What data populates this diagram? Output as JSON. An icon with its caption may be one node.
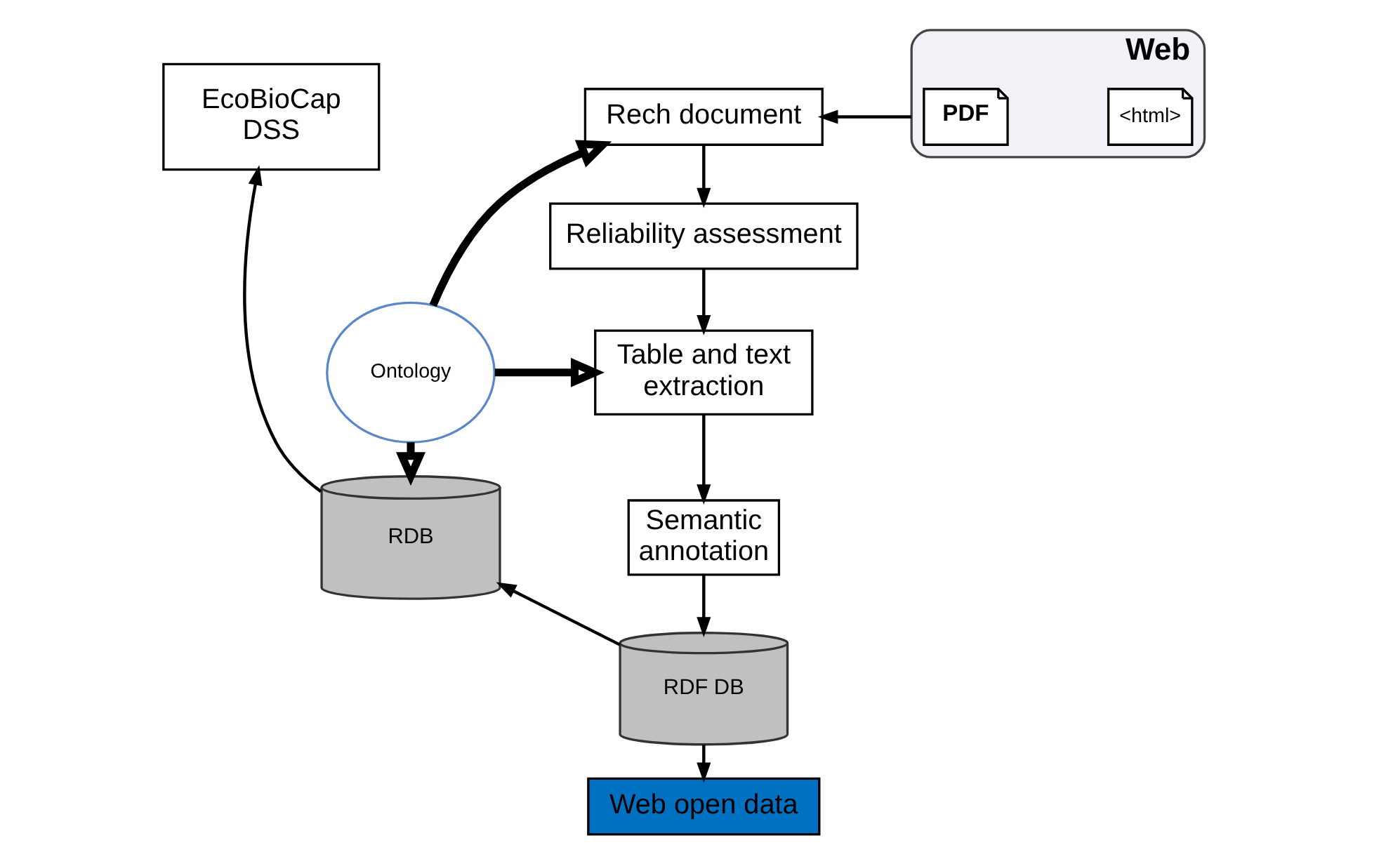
{
  "diagram": {
    "nodes": [
      {
        "text": [
          "Web"
        ]
      },
      {
        "text": [
          "<html>"
        ],
        "in": 0
      },
      {
        "text": [
          "PDF"
        ],
        "in": 0
      },
      {
        "text": [
          "Rech document"
        ]
      },
      {
        "text": [
          "EcoBioCap DSS"
        ]
      },
      {
        "text": [
          "Reliability assessment"
        ]
      },
      {
        "text": [
          "Ontology"
        ]
      },
      {
        "text": [
          "Table and text extraction"
        ]
      },
      {
        "text": [
          "RDB"
        ]
      },
      {
        "text": [
          "RDF DB"
        ]
      },
      {
        "text": [
          "Semantic annotation"
        ]
      },
      {
        "text": [
          "Web open data"
        ]
      }
    ],
    "edges": [
      {
        "from": 0,
        "to": 3,
        "arrow": "to"
      },
      {
        "from": 3,
        "to": 5,
        "arrow": "to"
      },
      {
        "from": 5,
        "to": 7,
        "arrow": "to"
      },
      {
        "from": 7,
        "to": 10,
        "arrow": "to"
      },
      {
        "from": 10,
        "to": 9,
        "arrow": "to"
      },
      {
        "from": 9,
        "to": 8,
        "arrow": "to"
      },
      {
        "from": 9,
        "to": 11,
        "arrow": "to"
      },
      {
        "from": 8,
        "to": 4,
        "arrow": "to"
      },
      {
        "from": 6,
        "to": 3,
        "arrow": "to",
        "style": "thick"
      },
      {
        "from": 6,
        "to": 8,
        "arrow": "to",
        "style": "thick"
      },
      {
        "from": 6,
        "to": 7,
        "arrow": "to",
        "style": "thick"
      }
    ]
  }
}
